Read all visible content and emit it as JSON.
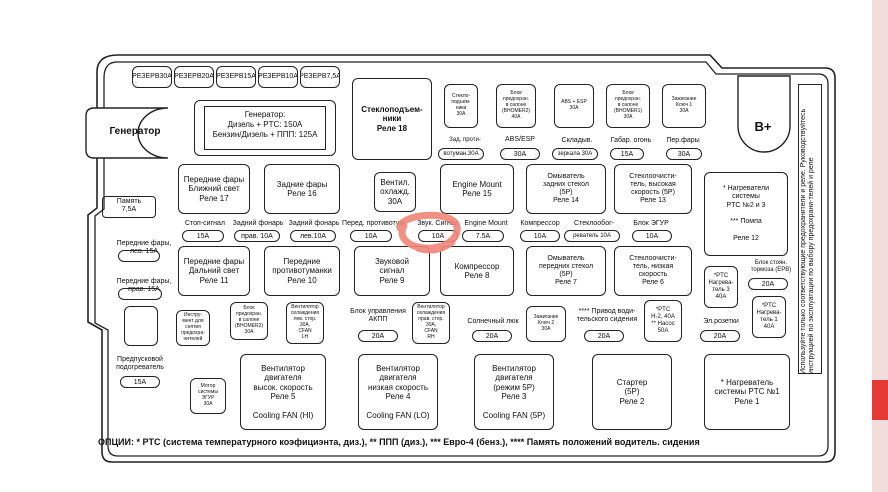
{
  "colors": {
    "marker": "#f08478",
    "accent_bar": "#e53935",
    "bar_light": "#f2dcdc",
    "line": "#222222"
  },
  "generator": "Генератор",
  "bplus": "B+",
  "spare_amps": [
    "30A",
    "20A",
    "15A",
    "10A",
    "7,5A"
  ],
  "spare_title": "РЕЗЕРВ",
  "gen_fuse": "Генератор:\nДизель + PTC: 150A\nБензин/Дизель + ППП: 125A",
  "relays": {
    "r18": "Стеклоподъем-\nники\nРеле 18",
    "r17": "Передние фары\nБлижний свет\nРеле 17",
    "r16": "Задние фары\nРеле 16",
    "vent": "Вентил.\nохлажд.\n30A",
    "r15": "Engine Mount\nРеле 15",
    "r14": "Омыватель\nзадних стекол\n(5P)\nРеле 14",
    "r13": "Стеклоочисти-\nтель, высокая\nскорость (5P)\nРеле 13",
    "r12": "* Нагреватели\nсистемы\nPTC №2 и 3\n\n*** Помпа\n\nРеле 12",
    "r11": "Передние фары\nДальний свет\nРеле 11",
    "r10": "Передние\nпротивотуманки\nРеле 10",
    "r9": "Звуковой\nсигнал\nРеле 9",
    "r8": "Компрессор\nРеле 8",
    "r7": "Омыватель\nпередних стекол\n(5P)\nРеле 7",
    "r6": "Стеклоочисти-\nтель, низкая\nскорость\nРеле 6",
    "r5": "Вентилятор\nдвигателя\nвысок. скорость\nРеле 5\n\nCooling FAN (HI)",
    "r4": "Вентилятор\nдвигателя\nнизкая скорость\nРеле 4\n\nCooling FAN (LO)",
    "r3": "Вентилятор\nдвигателя\n(режим 5P)\nРеле 3\n\nCooling FAN (5P)",
    "r2": "Стартер\n(5P)\nРеле 2",
    "r1": "* Нагреватель\nсистемы PTC №1\nРеле 1"
  },
  "top_small": [
    "Стекло-\nподъем-\nники\n30A",
    "Блок\nпредохран.\nв салоне\n(ВНОМЕR2)\n40A",
    "ABS + ESP\n30A",
    "Блок\nпредохран.\nв салоне\n(ВНОМЕR1)\n30A",
    "Зажигание\nКлюч 1\n30A"
  ],
  "row1_labels": [
    "Зад. проти-",
    "ABS/ESP",
    "Складыв.",
    "Габар. огонь",
    "Пер.фары"
  ],
  "row1_chips": [
    "вотуман.30A",
    "30A",
    "зеркала 30A",
    "15A",
    "30A"
  ],
  "mid_labels": [
    "Стоп-сигнал",
    "Задний фонарь",
    "Задний фонарь",
    "Перед. противотум.",
    "Звук. Сигнал",
    "Engine Mount",
    "Компрессор",
    "Стеклообог-",
    "Блок ЭГУР"
  ],
  "mid_chips": [
    "15A",
    "прав. 10A",
    "лев.10A",
    "10A",
    "10A",
    "7.5A",
    "10A",
    "реватель 10A",
    "10A"
  ],
  "memory_label": "Память\n7,5A",
  "ff_low_label": "Передние фары,\nлев. 15A",
  "ff_right_label": "Передние фары,\nправ. 15A",
  "small_blocks": [
    "Инстру-\nмент для\nснятия\nпредохра-\nнителей",
    "Блок\nпредохран.\nв салоне\n(ВНОМЕR2)\n30A",
    "Вентилятор\nохлаждения\nлев. стор.\n30A,\nCFAN\nLH",
    "Вентилятор\nохлаждения\nправ. стор.\n30A,\nCFAN\nRH",
    "Зажигание\nКлюч 2\n30A",
    "*PTC\nH-2, 40A\n** Насос\n50A",
    "*PTC\nНагрева-\nтель 3\n40A",
    "*PTC\nНагрева-\nтель 1\n40A",
    "Мотор\nсистемы\nЭГУР\n30A"
  ],
  "bottom_labels": [
    "Блок управления",
    "АКПП",
    "Солнечный люк",
    "**** Привод води-",
    "тельского сидения",
    "Эл.розетки",
    "Блок стоян.\nтормоза (EPB)",
    "Предпусковой\nподогреватель"
  ],
  "bottom_chips": [
    "20A",
    "20A",
    "20A",
    "20A",
    "20A",
    "15A"
  ],
  "side_text": "Используйте только соответствующие предохранители и реле. Руководствуйтесь инструкцией по эксплуатации по выбору предохрани-телей и реле",
  "footer": "ОПЦИИ: * PTC (система температурного коэфициэнта, диз.), ** ППП (диз.), *** Евро-4 (бенз.), **** Память положений водитель. сидения"
}
